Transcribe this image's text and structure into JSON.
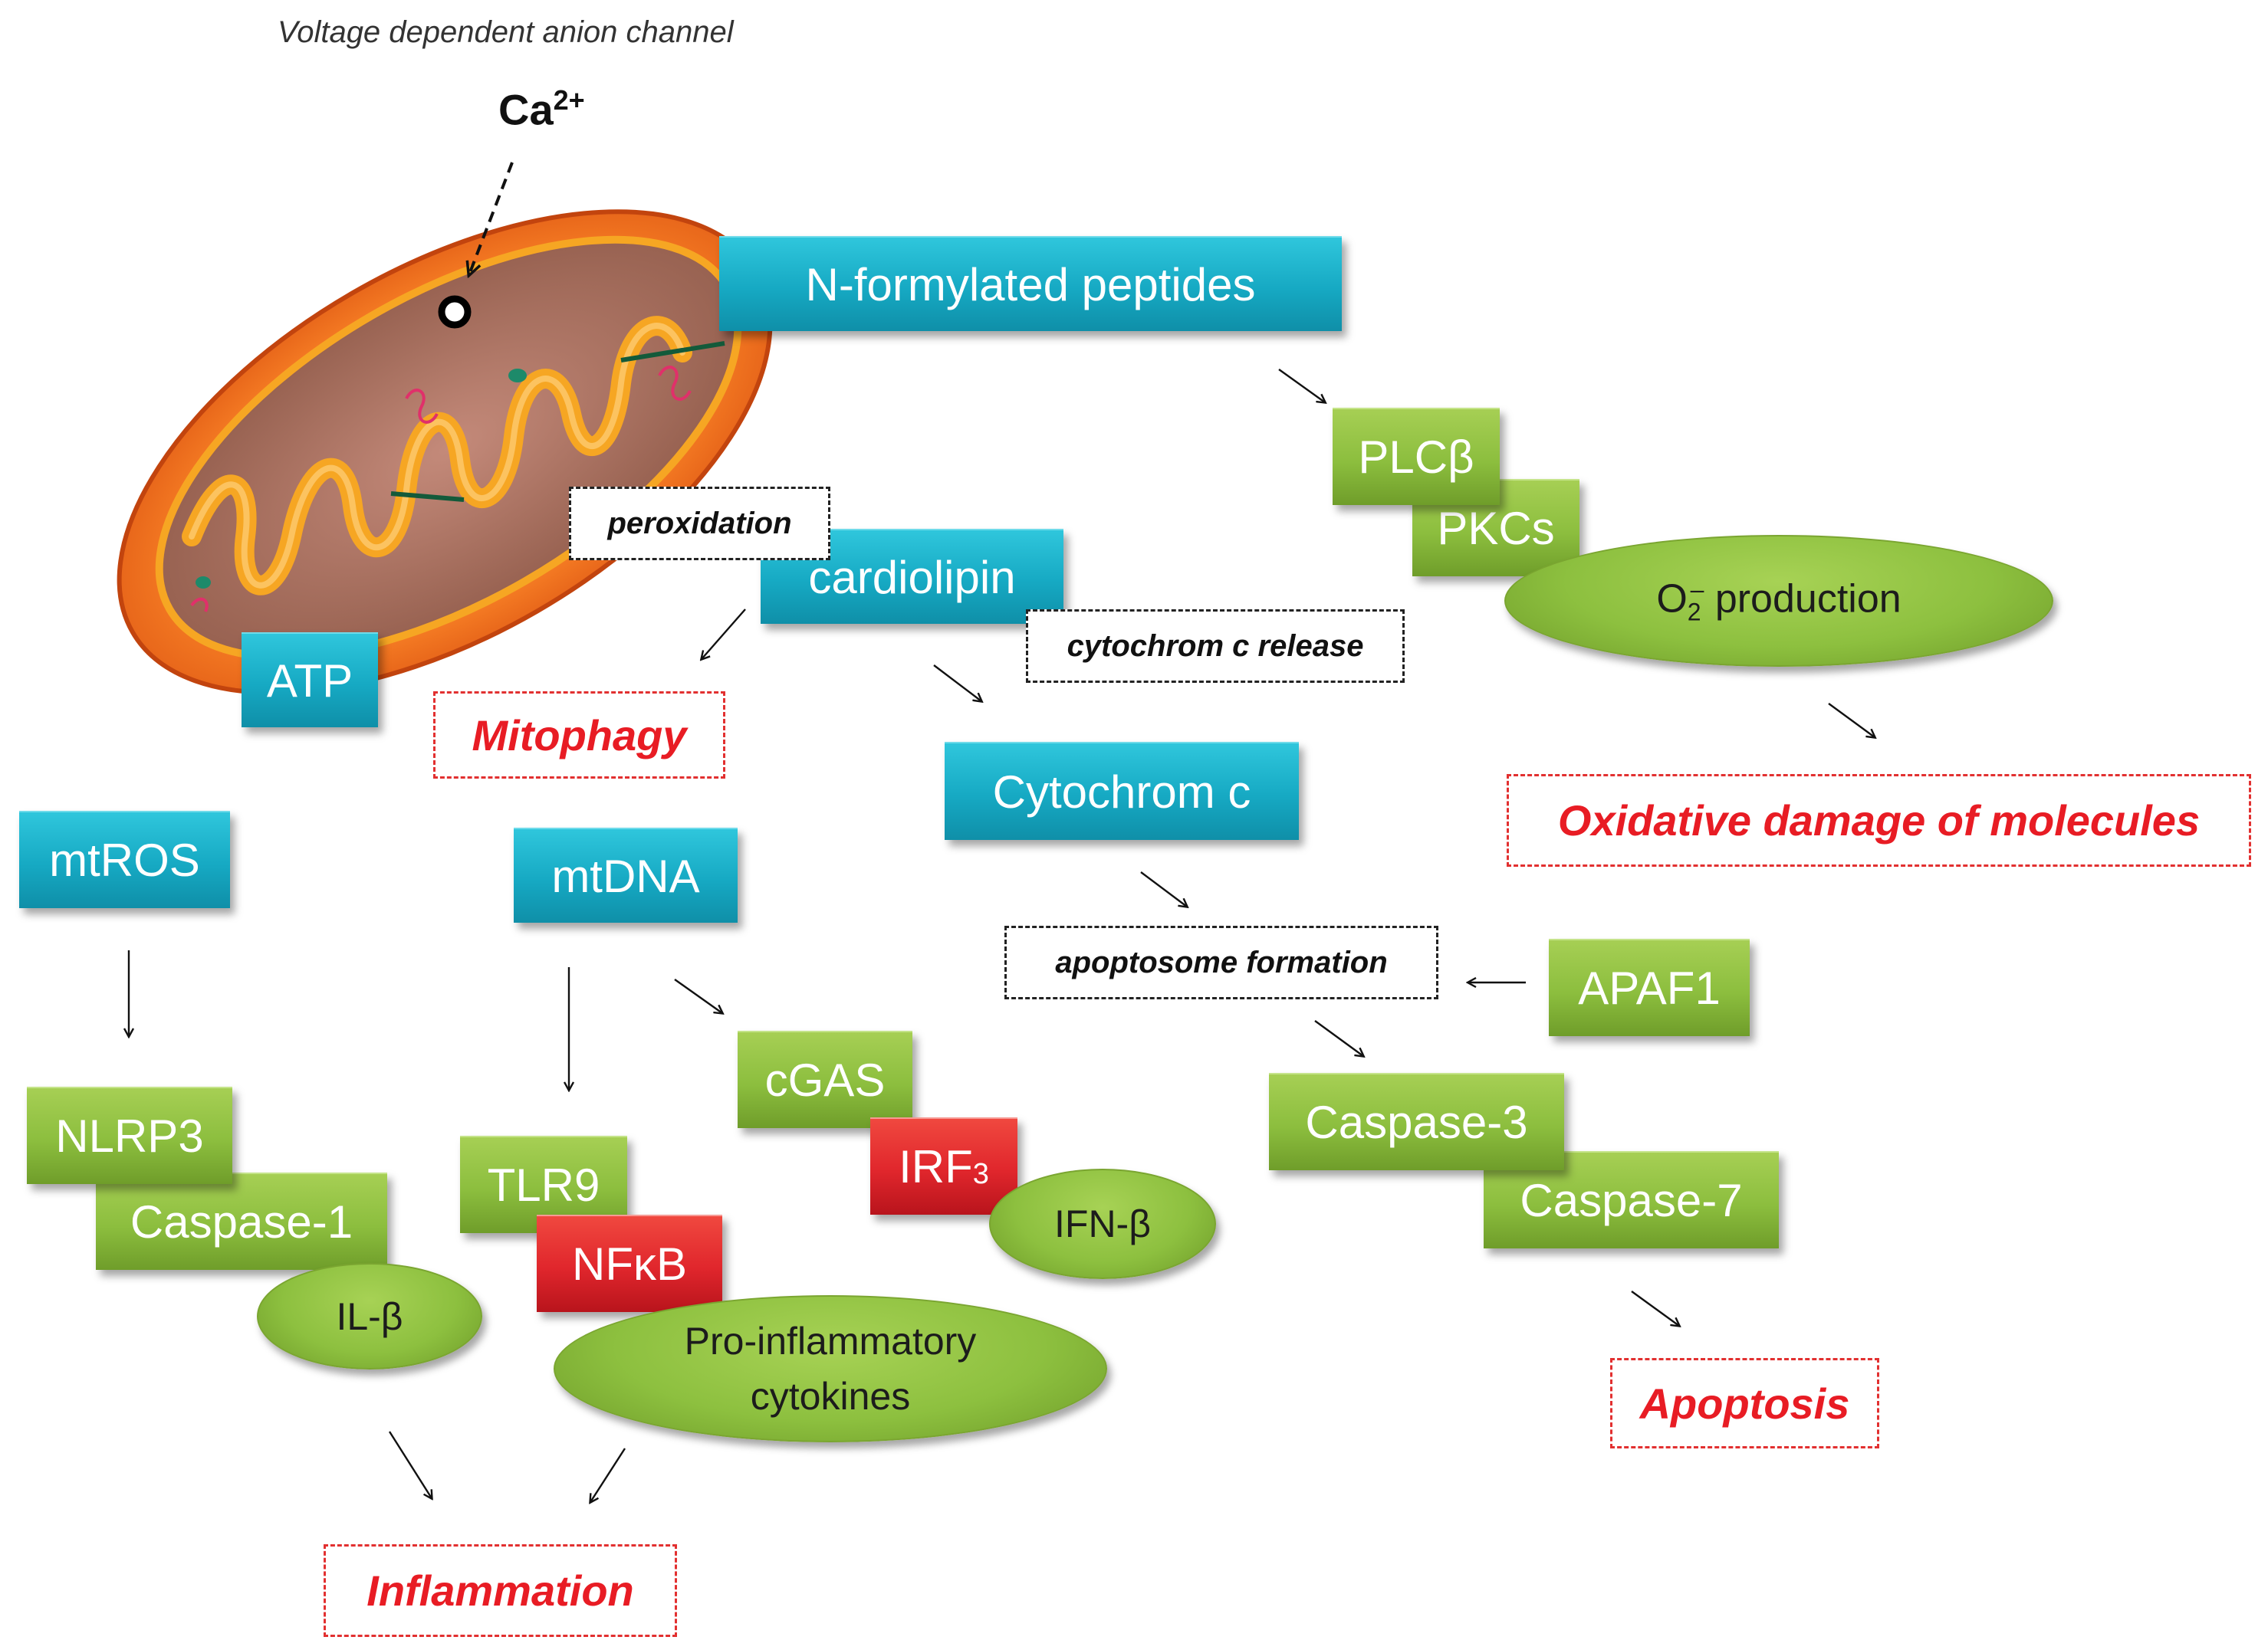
{
  "labels": {
    "vdac": "Voltage dependent anion channel",
    "ca": "Ca",
    "ca_sup": "2+",
    "n_formylated_peptides": "N-formylated peptides",
    "atp": "ATP",
    "peroxidation": "peroxidation",
    "cardiolipin": "cardiolipin",
    "cytochrom_c_release": "cytochrom c release",
    "mitophagy": "Mitophagy",
    "cytochrom_c": "Cytochrom c",
    "plcb": "PLCβ",
    "pkcs": "PKCs",
    "o2_o": "O",
    "o2_sub": "2",
    "o2_sup": "–",
    "o2_rest": " production",
    "oxidative_damage": "Oxidative  damage  of molecules",
    "mtros": "mtROS",
    "mtdna": "mtDNA",
    "apoptosome_formation": "apoptosome  formation",
    "apaf1": "APAF1",
    "nlrp3": "NLRP3",
    "caspase1": "Caspase-1",
    "il_b": "IL-β",
    "tlr9": "TLR9",
    "nfkb": "NFκB",
    "cgas": "cGAS",
    "irf3": "IRF",
    "irf3_sub": "3",
    "ifn_b": "IFN-β",
    "pro_inflammatory_1": "Pro-inflammatory",
    "pro_inflammatory_2": "cytokines",
    "caspase3": "Caspase-3",
    "caspase7": "Caspase-7",
    "apoptosis": "Apoptosis",
    "inflammation": "Inflammation"
  },
  "colors": {
    "cyan_box": "#16a9c3",
    "green_box": "#8cbe3e",
    "red_box": "#e0262c",
    "outcome_text": "#e81c24",
    "mito_outer": "#f47321",
    "mito_inner": "#f6a623"
  }
}
